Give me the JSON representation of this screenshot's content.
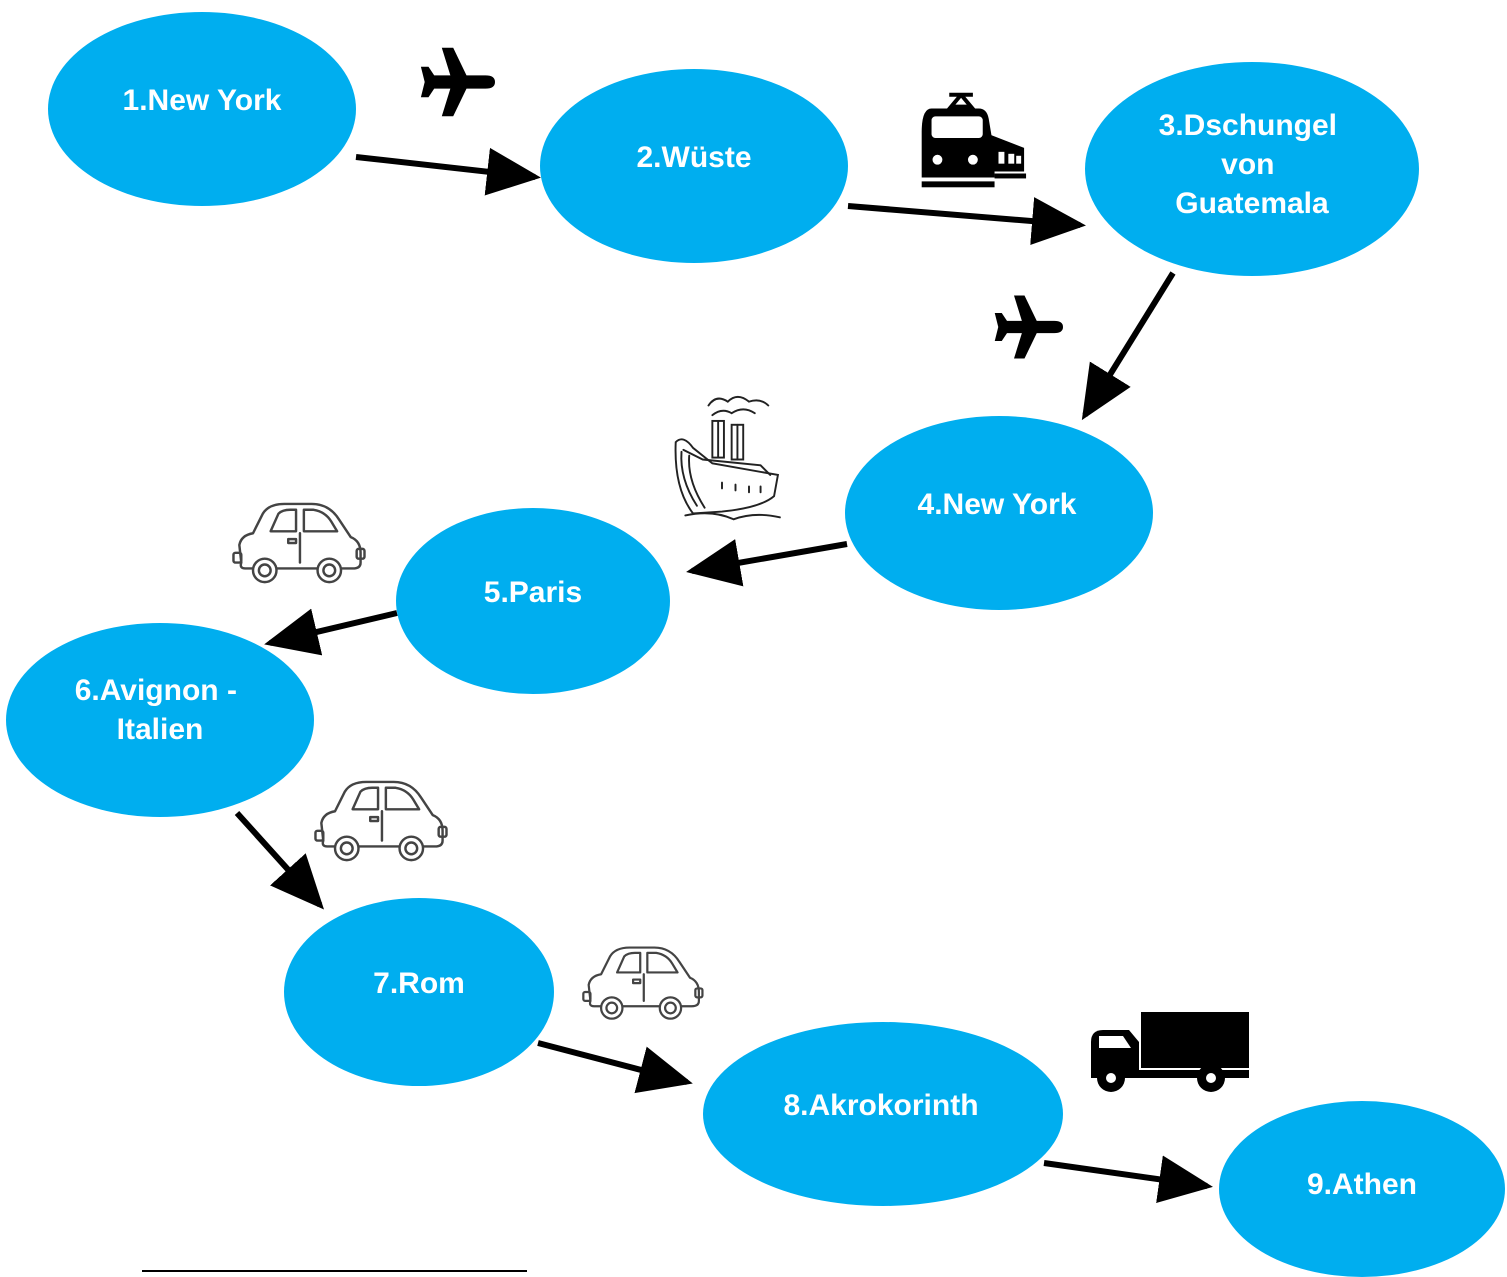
{
  "colors": {
    "node_fill": "#00AEEF",
    "node_text": "#ffffff",
    "arrow": "#000000",
    "outline_icon": "#555555"
  },
  "nodes": [
    {
      "id": "n1",
      "lines": [
        "1.New York"
      ]
    },
    {
      "id": "n2",
      "lines": [
        "2.Wüste"
      ]
    },
    {
      "id": "n3",
      "lines": [
        "3.Dschungel",
        "von",
        "Guatemala"
      ]
    },
    {
      "id": "n4",
      "lines": [
        "4.New York"
      ]
    },
    {
      "id": "n5",
      "lines": [
        "5.Paris"
      ]
    },
    {
      "id": "n6",
      "lines": [
        "6.Avignon -",
        "Italien"
      ]
    },
    {
      "id": "n7",
      "lines": [
        "7.Rom"
      ]
    },
    {
      "id": "n8",
      "lines": [
        "8.Akrokorinth"
      ]
    },
    {
      "id": "n9",
      "lines": [
        "9.Athen"
      ]
    }
  ],
  "edges": [
    {
      "from": "n1",
      "to": "n2",
      "transport": "airplane-icon"
    },
    {
      "from": "n2",
      "to": "n3",
      "transport": "train-icon"
    },
    {
      "from": "n3",
      "to": "n4",
      "transport": "airplane-icon"
    },
    {
      "from": "n4",
      "to": "n5",
      "transport": "ship-icon"
    },
    {
      "from": "n5",
      "to": "n6",
      "transport": "car-icon"
    },
    {
      "from": "n6",
      "to": "n7",
      "transport": "car-icon"
    },
    {
      "from": "n7",
      "to": "n8",
      "transport": "car-icon"
    },
    {
      "from": "n8",
      "to": "n9",
      "transport": "truck-icon"
    }
  ]
}
